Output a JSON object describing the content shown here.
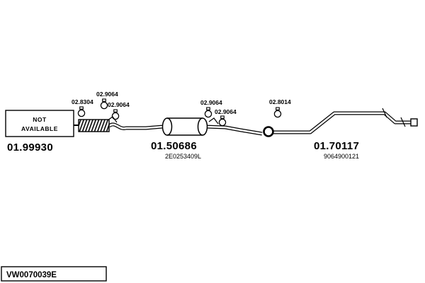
{
  "not_available_box": {
    "line1": "NOT",
    "line2": "AVAILABLE"
  },
  "parts": {
    "front": {
      "number": "01.99930"
    },
    "middle": {
      "number": "01.50686",
      "oem": "2E0253409L"
    },
    "rear": {
      "number": "01.70117",
      "oem": "9064900121"
    }
  },
  "clamps": [
    {
      "number": "02.8304"
    },
    {
      "number": "02.9064"
    },
    {
      "number": "02.9064"
    },
    {
      "number": "02.9064"
    },
    {
      "number": "02.9064"
    },
    {
      "number": "02.8014"
    }
  ],
  "footer": {
    "code": "VW0070039E"
  },
  "colors": {
    "line": "#000000",
    "background": "#ffffff"
  }
}
